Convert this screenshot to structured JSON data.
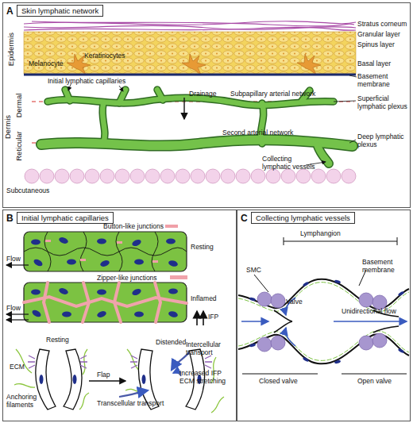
{
  "diagram": {
    "nodes": [
      {
        "text": [
          "A",
          "Skin lymphatic network"
        ]
      },
      {
        "text": [
          "B",
          "Initial lymphatic capillaries"
        ]
      },
      {
        "text": [
          "C",
          "Collecting lymphatic vessels"
        ]
      }
    ],
    "labels": [
      "Stratus corneum",
      "Granular layer",
      "Spinus layer",
      "Basal layer",
      "Epidermis",
      "Melanocyte",
      "Keratinocytes",
      "Basement membrane",
      "Dermis",
      "Dermal",
      "Reticular",
      "Initial lymphatic capillaries",
      "Drainage",
      "Subpapillary arterial network",
      "Superficial lymphatic plexus",
      "Second arterial network",
      "Deep lymphatic plexus",
      "Collecting lymphatic vessels",
      "Subcutaneous",
      "Button-like junctions",
      "Resting",
      "Flow",
      "Zipper-like junctions",
      "Inflamed",
      "Flow",
      "IFP",
      "Resting",
      "Distended",
      "Intercellular transport",
      "ECM",
      "Flap",
      "Increased IFP ECM stretching",
      "Anchoring filaments",
      "Transcellular transport",
      "Lymphangion",
      "SMC",
      "Basement membrane",
      "Valve",
      "Unidirectional flow",
      "Closed valve",
      "Open valve"
    ]
  }
}
